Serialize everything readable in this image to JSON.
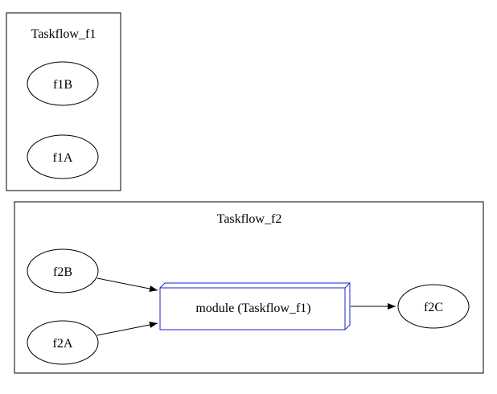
{
  "diagram": {
    "type": "graph",
    "clusters": [
      {
        "label": "Taskflow_f1",
        "nodes": [
          {
            "id": "f1B",
            "label": "f1B",
            "shape": "ellipse"
          },
          {
            "id": "f1A",
            "label": "f1A",
            "shape": "ellipse"
          }
        ]
      },
      {
        "label": "Taskflow_f2",
        "nodes": [
          {
            "id": "f2B",
            "label": "f2B",
            "shape": "ellipse"
          },
          {
            "id": "f2A",
            "label": "f2A",
            "shape": "ellipse"
          },
          {
            "id": "module_Taskflow_f1",
            "label": "module (Taskflow_f1)",
            "shape": "box3d"
          },
          {
            "id": "f2C",
            "label": "f2C",
            "shape": "ellipse"
          }
        ]
      }
    ],
    "edges": [
      {
        "from": "f2B",
        "to": "module (Taskflow_f1)"
      },
      {
        "from": "f2A",
        "to": "module (Taskflow_f1)"
      },
      {
        "from": "module (Taskflow_f1)",
        "to": "f2C"
      }
    ],
    "colors": {
      "node_stroke": "#000000",
      "module_stroke": "#2222cc",
      "edge_stroke": "#000000",
      "background": "#ffffff",
      "text": "#000000"
    }
  }
}
